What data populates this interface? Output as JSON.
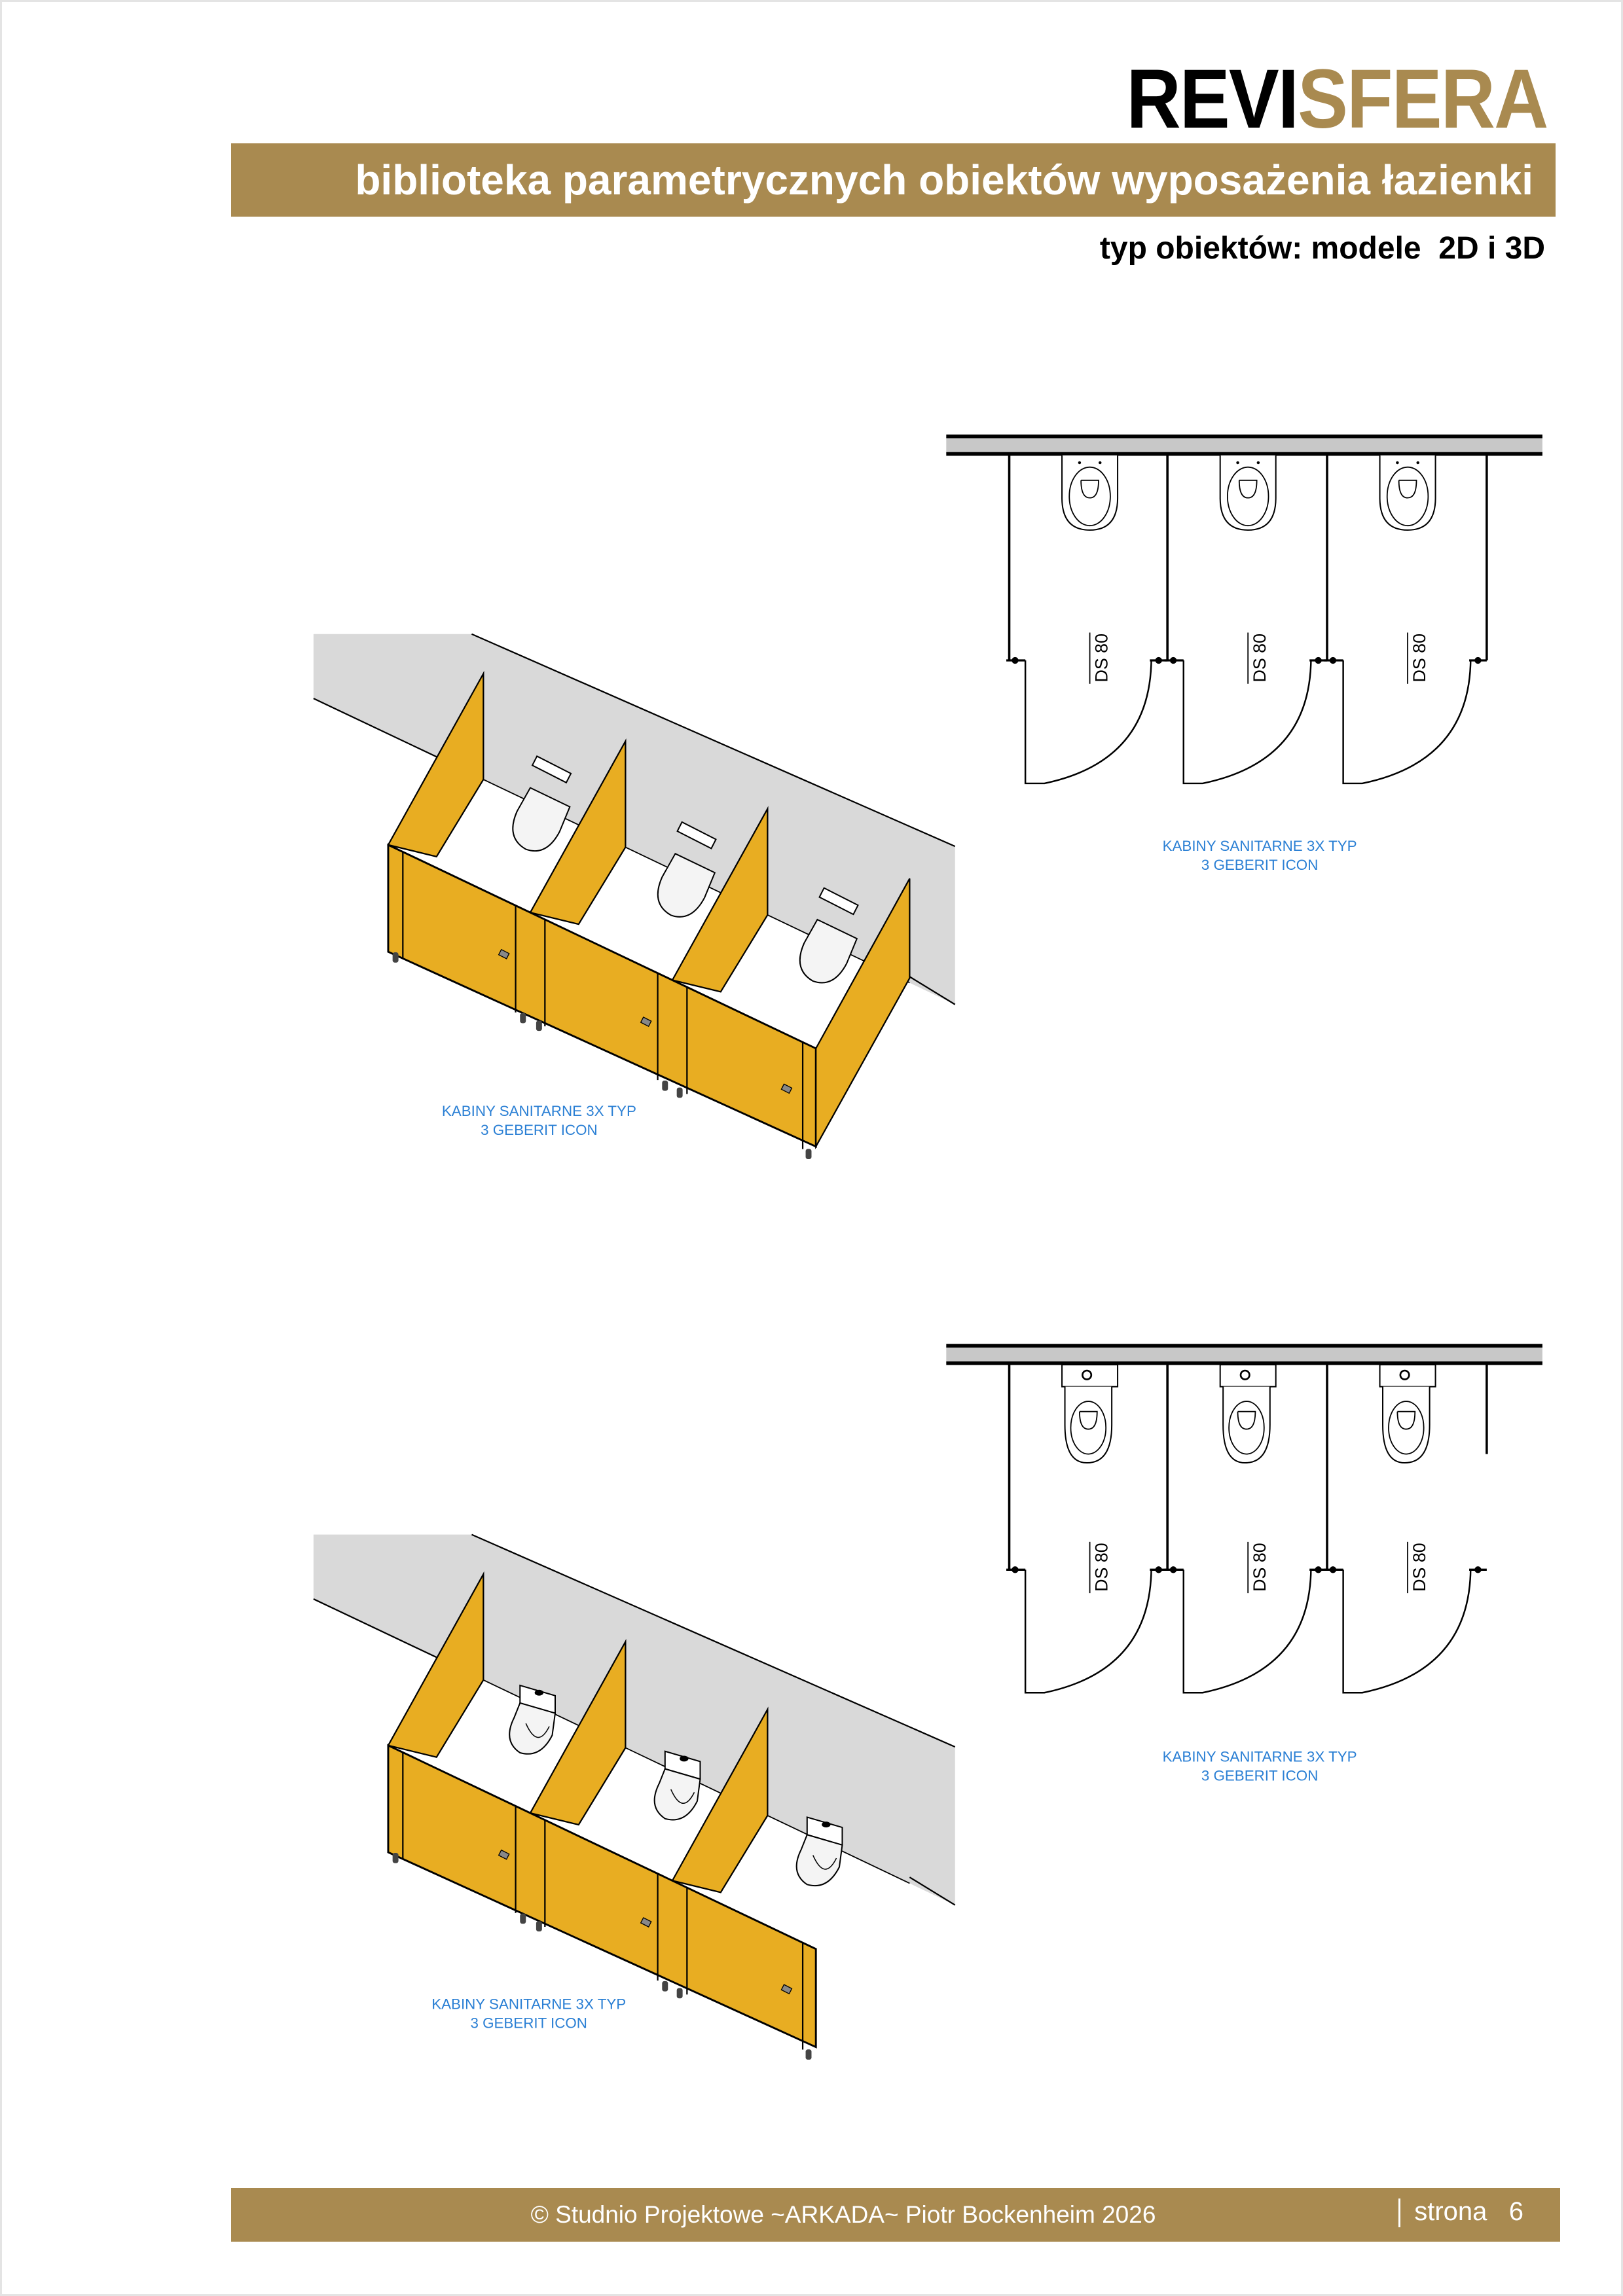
{
  "header": {
    "logo_part1": "REVI",
    "logo_part2": "SFERA",
    "banner": "biblioteka parametrycznych obiektów wyposażenia łazienki",
    "subtitle": "typ obiektów: modele  2D i 3D"
  },
  "drawings": {
    "plan_top": {
      "label_line1": "KABINY SANITARNE 3X TYP",
      "label_line2": "3 GEBERIT ICON",
      "door_tag": "DS 80",
      "toilet": "wall-hung"
    },
    "iso_top": {
      "label_line1": "KABINY SANITARNE 3X TYP",
      "label_line2": "3 GEBERIT ICON",
      "toilet": "wall-hung"
    },
    "plan_bottom": {
      "label_line1": "KABINY SANITARNE 3X TYP",
      "label_line2": "3 GEBERIT ICON",
      "door_tag": "DS 80",
      "toilet": "close-coupled"
    },
    "iso_bottom": {
      "label_line1": "KABINY SANITARNE 3X TYP",
      "label_line2": "3 GEBERIT ICON",
      "toilet": "close-coupled"
    }
  },
  "footer": {
    "copyright": "© Studnio Projektowe ~ARKADA~ Piotr Bockenheim 2026",
    "page_label": "strona",
    "page_number": "6"
  },
  "colors": {
    "brand_gold": "#a98a50",
    "panel_yellow": "#e8ad22",
    "wall_gray": "#d9d9d9",
    "label_blue": "#2a7fd4"
  }
}
